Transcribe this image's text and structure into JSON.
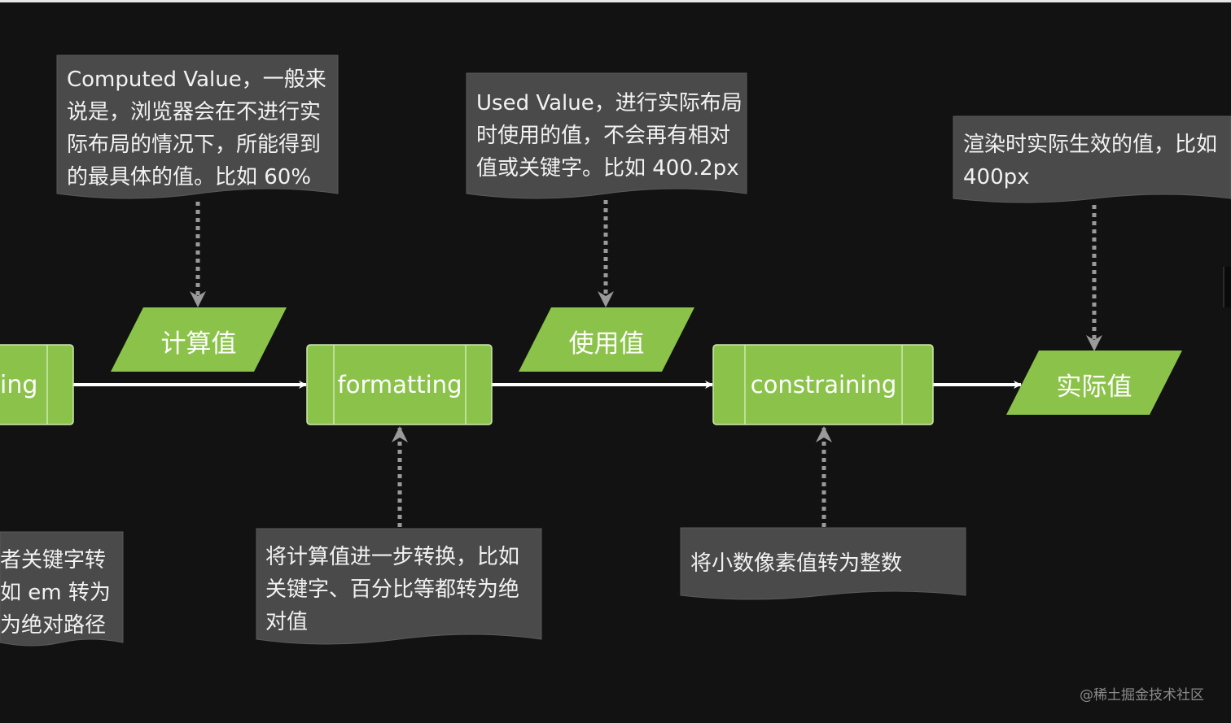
{
  "notes": {
    "computed": "Computed Value，一般来\n说是，浏览器会在不进行实\n际布局的情况下，所能得到\n的最具体的值。比如 60%",
    "used": "Used Value，进行实际布局\n时使用的值，不会再有相对\n值或关键字。比如 400.2px",
    "actual": "渲染时实际生效的值，比如\n400px",
    "left": "者关键字转\n如 em 转为\n为绝对路径",
    "formatting": "将计算值进一步转换，比如\n关键字、百分比等都转为绝\n对值",
    "constraining": "将小数像素值转为整数"
  },
  "values": {
    "computed": "计算值",
    "used": "使用值",
    "actual": "实际值"
  },
  "processes": {
    "left": "ing",
    "formatting": "formatting",
    "constraining": "constraining"
  },
  "watermark": "@稀土掘金技术社区",
  "colors": {
    "green": "#8bc34a",
    "note": "#4a4a4a",
    "background": "#121212"
  }
}
